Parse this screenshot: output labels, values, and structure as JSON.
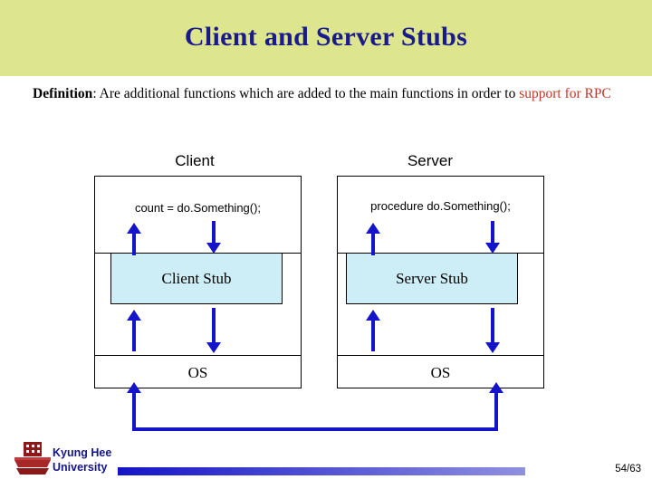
{
  "slide": {
    "title": "Client and Server Stubs",
    "page_number": "54/63"
  },
  "definition": {
    "lead": "Definition",
    "text_part1": ": Are additional functions which are added to the main functions in order to ",
    "highlight": "support for RPC",
    "highlight_color": "#c0392b"
  },
  "diagram": {
    "client": {
      "header": "Client",
      "code": "count = do.Something();",
      "stub": "Client Stub",
      "os": "OS"
    },
    "server": {
      "header": "Server",
      "code": "procedure do.Something();",
      "stub": "Server Stub",
      "os": "OS"
    },
    "arrow_color": "#1414c8",
    "stub_fill": "#cdeef6"
  },
  "footer": {
    "university_line1": "Kyung Hee",
    "university_line2": "University"
  }
}
